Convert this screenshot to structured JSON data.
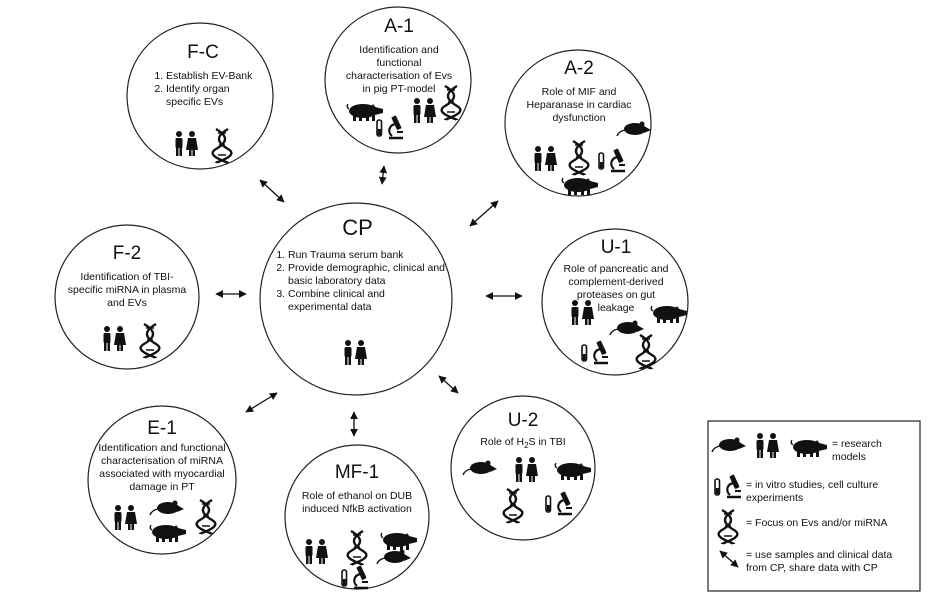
{
  "nodes": {
    "cp": {
      "title": "CP",
      "items": [
        "Run Trauma serum bank",
        "Provide demographic, clinical and basic laboratory data",
        "Combine clinical and experimental data"
      ]
    },
    "fc": {
      "title": "F-C",
      "items": [
        "Establish EV-Bank",
        "Identify organ specific EVs"
      ]
    },
    "a1": {
      "title": "A-1",
      "desc": "Identification and functional characterisation of  Evs in pig PT-model"
    },
    "a2": {
      "title": "A-2",
      "desc": "Role of MIF and Heparanase  in cardiac dysfunction"
    },
    "f2": {
      "title": "F-2",
      "desc": "Identification of TBI-specific miRNA in plasma and EVs"
    },
    "u1": {
      "title": "U-1",
      "desc": "Role of pancreatic and complement-derived proteases on gut leakage"
    },
    "e1": {
      "title": "E-1",
      "desc": "Identification and functional characterisation of miRNA associated with myocardial damage in PT"
    },
    "mf1": {
      "title": "MF-1",
      "desc": "Role of  ethanol on DUB induced NfkB activation"
    },
    "u2": {
      "title": "U-2",
      "desc_pre": "Role of H",
      "desc_sub": "2",
      "desc_post": "S in TBI"
    }
  },
  "legend": {
    "models": "=  research models",
    "invitro": "= in vitro studies, cell culture experiments",
    "focus": "= Focus on Evs and/or miRNA",
    "share": "= use samples  and clinical data from CP, share data with CP"
  }
}
